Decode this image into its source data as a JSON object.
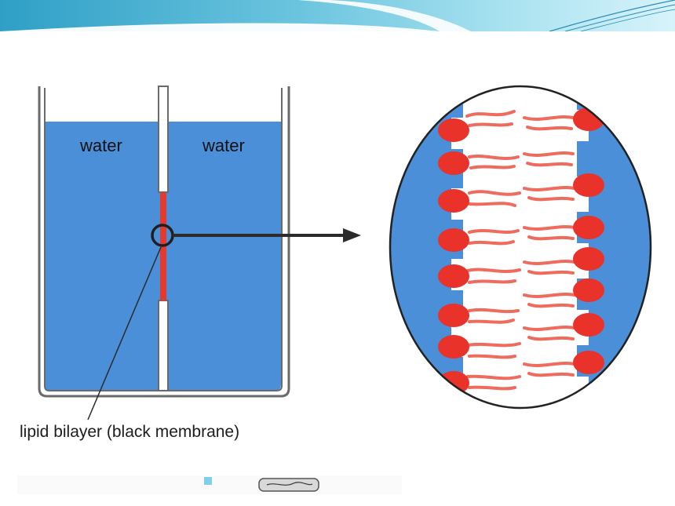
{
  "diagram": {
    "labels": {
      "water_left": "water",
      "water_right": "water",
      "membrane": "lipid bilayer (black membrane)"
    },
    "colors": {
      "banner_light": "#cdeef6",
      "banner_dark": "#4fb3d4",
      "water": "#4a8fd8",
      "tank_outline": "#555555",
      "membrane": "#e23a2e",
      "lipid_head": "#e8322a",
      "lipid_tail": "#ee6c5e",
      "arrow": "#2b2b2b",
      "magnified_bg": "#ffffff"
    },
    "icons": {
      "zoom_marker": "circle-magnifier-icon",
      "pointer": "arrow-right-icon"
    }
  }
}
